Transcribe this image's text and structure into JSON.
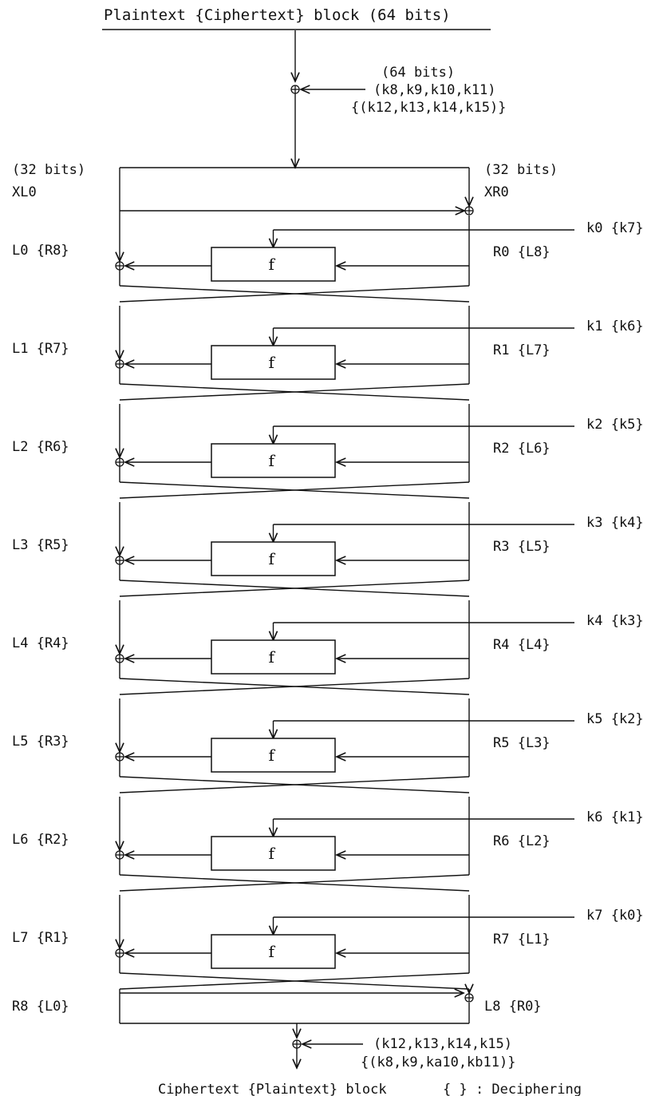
{
  "header": {
    "title": "Plaintext {Ciphertext} block (64 bits)"
  },
  "initial_key": {
    "bits": "(64 bits)",
    "enc": "(k8,k9,k10,k11)",
    "dec": "{(k12,k13,k14,k15)}"
  },
  "split": {
    "left_bits": "(32 bits)",
    "left_name": "XL0",
    "right_bits": "(32 bits)",
    "right_name": "XR0"
  },
  "function_label": "f",
  "rounds": [
    {
      "left": "L0 {R8}",
      "right": "R0 {L8}",
      "key": "k0 {k7}"
    },
    {
      "left": "L1 {R7}",
      "right": "R1 {L7}",
      "key": "k1 {k6}"
    },
    {
      "left": "L2 {R6}",
      "right": "R2 {L6}",
      "key": "k2 {k5}"
    },
    {
      "left": "L3 {R5}",
      "right": "R3 {L5}",
      "key": "k3 {k4}"
    },
    {
      "left": "L4 {R4}",
      "right": "R4 {L4}",
      "key": "k4 {k3}"
    },
    {
      "left": "L5 {R3}",
      "right": "R5 {L3}",
      "key": "k5 {k2}"
    },
    {
      "left": "L6 {R2}",
      "right": "R6 {L2}",
      "key": "k6 {k1}"
    },
    {
      "left": "L7 {R1}",
      "right": "R7 {L1}",
      "key": "k7 {k0}"
    }
  ],
  "final": {
    "left": "R8 {L0}",
    "right": "L8 {R0}"
  },
  "final_key": {
    "enc": "(k12,k13,k14,k15)",
    "dec": "{(k8,k9,ka10,kb11)}"
  },
  "footer": {
    "output": "Ciphertext {Plaintext} block",
    "legend": "{ } : Deciphering"
  }
}
